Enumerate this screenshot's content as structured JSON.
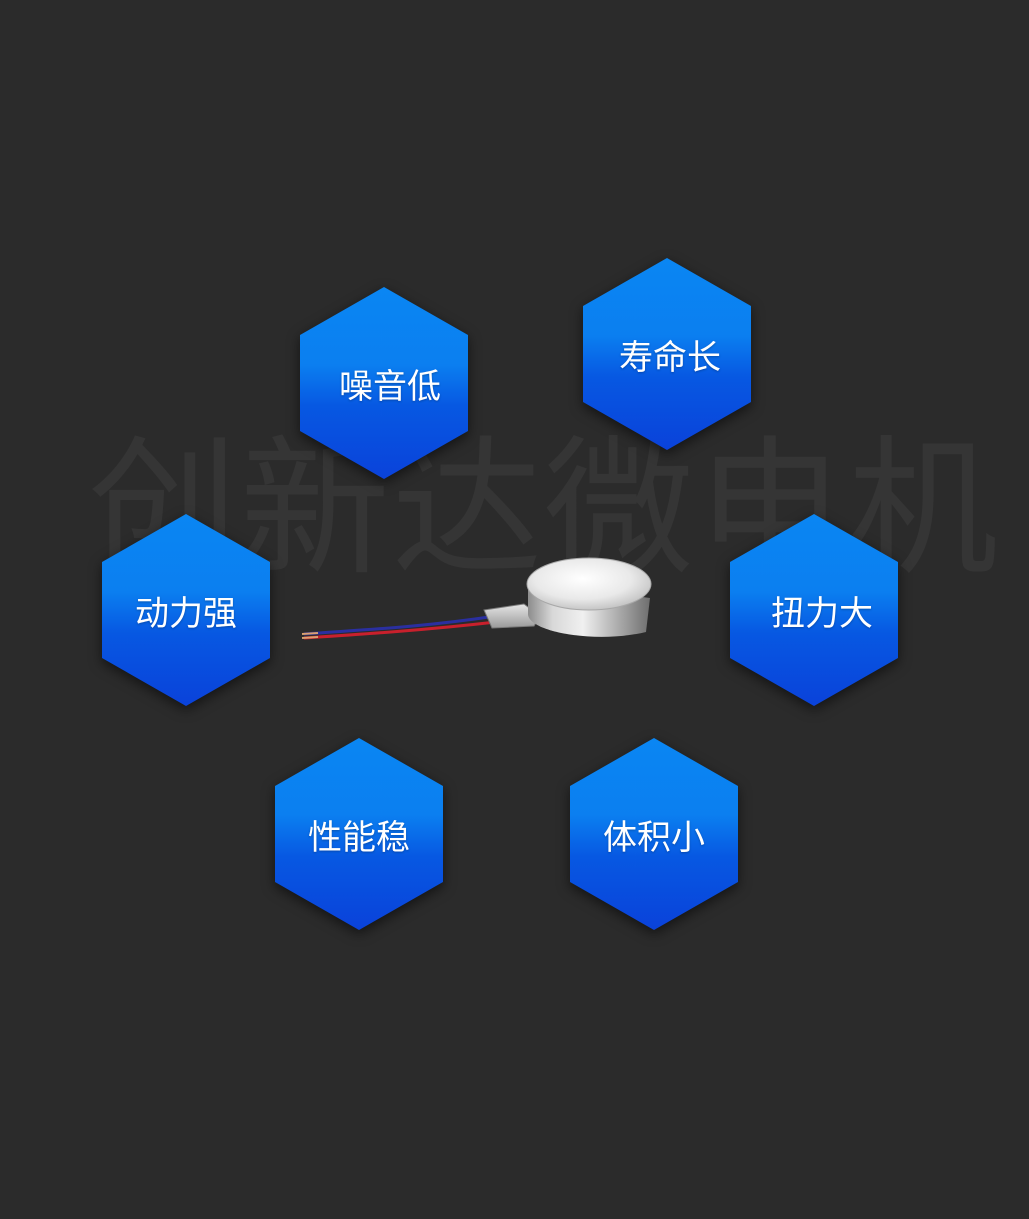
{
  "watermark": {
    "text": "创新达微电机"
  },
  "features": [
    {
      "label": "噪音低"
    },
    {
      "label": "寿命长"
    },
    {
      "label": "动力强"
    },
    {
      "label": "扭力大"
    },
    {
      "label": "性能稳"
    },
    {
      "label": "体积小"
    }
  ],
  "product": {
    "icon": "coin-vibration-motor-icon"
  },
  "colors": {
    "background": "#2b2b2b",
    "hex_top": "#0a86f3",
    "hex_bottom": "#0a42da",
    "label": "#ffffff"
  }
}
